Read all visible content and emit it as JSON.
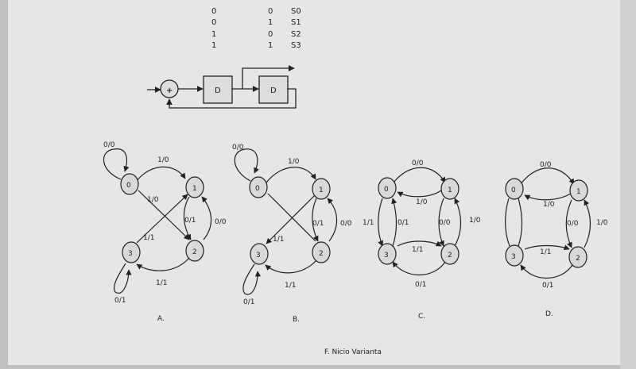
{
  "state_table": [
    {
      "q1": "0",
      "q0": "0",
      "state": "S0"
    },
    {
      "q1": "0",
      "q0": "1",
      "state": "S1"
    },
    {
      "q1": "1",
      "q0": "0",
      "state": "S2"
    },
    {
      "q1": "1",
      "q0": "1",
      "state": "S3"
    }
  ],
  "circuit": {
    "adder_symbol": "+",
    "ff1_label": "D",
    "ff2_label": "D"
  },
  "diagrams": [
    {
      "caption": "A.",
      "nodes": [
        "0",
        "1",
        "2",
        "3"
      ],
      "labels": {
        "self0": "0/0",
        "s0_s1": "1/0",
        "s0_s2": "1/0",
        "s1_s2": "0/1",
        "s2_s1": "0/0",
        "s3_s1": "1/1",
        "s2_s3": "1/1",
        "self3": "0/1"
      }
    },
    {
      "caption": "B.",
      "nodes": [
        "0",
        "1",
        "2",
        "3"
      ],
      "labels": {
        "self0": "0/0",
        "s0_s1": "1/0",
        "s1_s3": "1/1",
        "s1_s2": "0/1",
        "s2_s1": "0/0",
        "s2_s3": "1/1",
        "self3": "0/1"
      }
    },
    {
      "caption": "C.",
      "nodes": [
        "0",
        "1",
        "2",
        "3"
      ],
      "labels": {
        "top": "0/0",
        "mid_top": "1/0",
        "left_out": "1/1",
        "left_in": "0/1",
        "right_in": "0/0",
        "right_out": "1/0",
        "mid_bot": "1/1",
        "bottom": "0/1"
      }
    },
    {
      "caption": "D.",
      "nodes": [
        "0",
        "1",
        "2",
        "3"
      ],
      "labels": {
        "top": "0/0",
        "mid_top": "1/0",
        "right_in": "0/0",
        "right_out": "1/0",
        "mid_bot": "1/1",
        "bottom": "0/1"
      }
    }
  ],
  "footer": "F. Nicio Varianta"
}
